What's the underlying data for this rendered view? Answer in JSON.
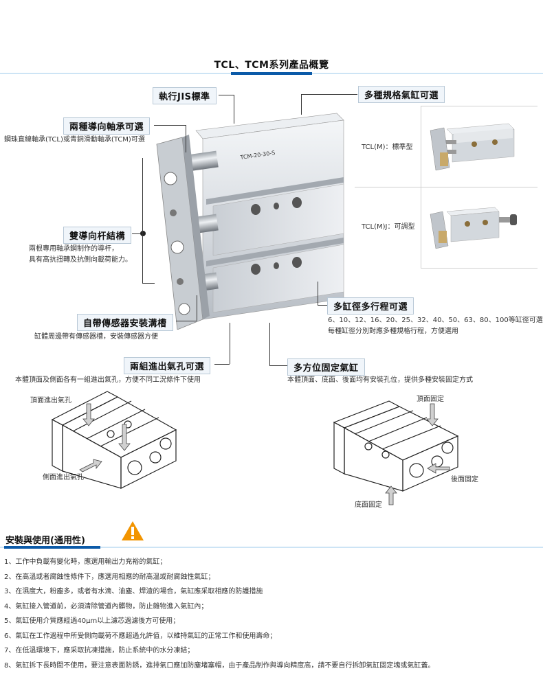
{
  "page": {
    "title": "TCL、TCM系列產品概覽"
  },
  "features": {
    "jis": {
      "label": "執行JIS標準"
    },
    "multi_spec": {
      "label": "多種規格氣缸可選"
    },
    "bearing": {
      "label": "兩種導向軸承可選",
      "desc": "鋼珠直線軸承(TCL)或青銅滑動軸承(TCM)可選"
    },
    "guide_rod": {
      "label": "雙導向杆結構",
      "desc1": "兩根專用軸承鋼制作的導杆，",
      "desc2": "具有高抗扭轉及抗側向載荷能力。"
    },
    "stroke": {
      "label": "多缸徑多行程可選",
      "desc1": "6、10、12、16、20、25、32、40、50、63、80、100等缸徑可選",
      "desc2": "每種缸徑分別對應多種規格行程，方便選用"
    },
    "sensor": {
      "label": "自帶傳感器安裝溝槽",
      "desc": "缸體周邊帶有傳感器槽，安裝傳感器方便"
    },
    "air_port": {
      "label": "兩組進出氣孔可選",
      "desc": "本體頂面及側面各有一組進出氣孔，方便不同工況條件下使用"
    },
    "mounting": {
      "label": "多方位固定氣缸",
      "desc": "本體頂面、底面、後面均有安裝孔位，提供多種安裝固定方式"
    }
  },
  "models": [
    {
      "name": "TCL(M)：標準型"
    },
    {
      "name": "TCL(M)J：可調型"
    }
  ],
  "diagram_left": {
    "top_port": "頂面進出氣孔",
    "side_port": "側面進出氣孔"
  },
  "diagram_right": {
    "top_fix": "頂面固定",
    "rear_fix": "後面固定",
    "bottom_fix": "底面固定"
  },
  "product_marking": "TCM-20-30-S",
  "warning_icon": "warning-triangle-icon",
  "colors": {
    "accent": "#0b5aa8",
    "warning": "#f29400"
  },
  "install": {
    "title": "安裝與使用(通用性)",
    "items": [
      "1、工作中負載有變化時，應選用輸出力充裕的氣缸；",
      "2、在高溫或者腐蝕性條件下，應選用相應的耐高溫或耐腐蝕性氣缸；",
      "3、在濕度大，粉塵多，或者有水滴、油塵、焊渣的場合，氣缸應采取相應的防護措施",
      "4、氣缸接入管道前，必須清除管道內髒物，防止雜物進入氣缸內；",
      "5、氣缸使用介質應經過40μm以上濾芯過濾後方可使用；",
      "6、氣缸在工作過程中所受側向載荷不應超過允許值，以維持氣缸的正常工作和使用壽命；",
      "7、在低溫環境下，應采取抗凍措施，防止系統中的水分凍結；",
      "8、氣缸拆下長時間不使用，要注意表面防銹，進排氣口應加防塵堵塞帽，由于產品制作與導向精度高，請不要自行拆卸氣缸固定塊或氣缸蓋。"
    ]
  }
}
